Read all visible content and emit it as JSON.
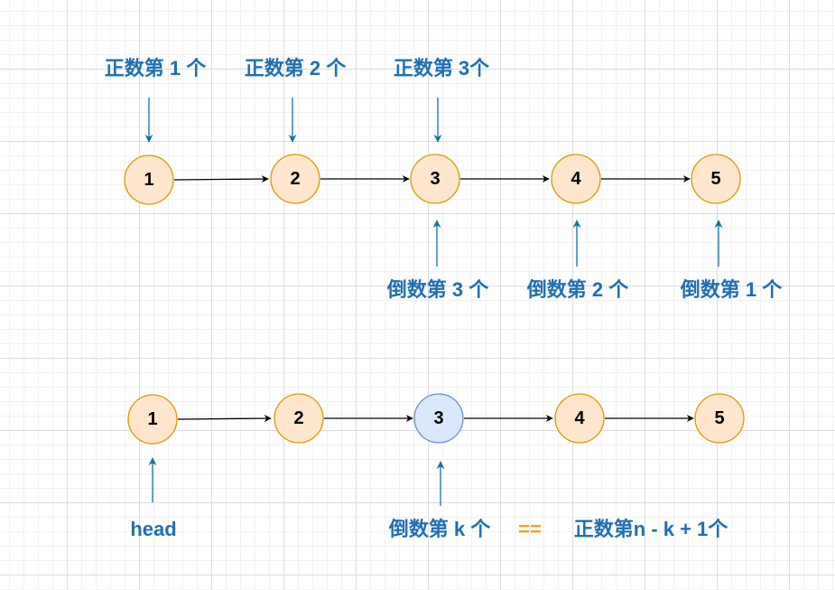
{
  "colors": {
    "node_fill": "#ffe6cc",
    "node_stroke": "#d79b00",
    "highlight_fill": "#dae8fc",
    "highlight_stroke": "#6c8ebf",
    "label": "#1f6fb2",
    "label_arrow": "#10739e",
    "link_arrow": "#000000",
    "equals": "#f59d1e"
  },
  "top_list": {
    "nodes": [
      "1",
      "2",
      "3",
      "4",
      "5"
    ],
    "forward_labels": [
      "正数第 1 个",
      "正数第 2 个",
      "正数第 3个"
    ],
    "backward_labels": [
      "倒数第 3 个",
      "倒数第 2 个",
      "倒数第 1 个"
    ]
  },
  "bottom_list": {
    "nodes": [
      "1",
      "2",
      "3",
      "4",
      "5"
    ],
    "highlighted_node": "3",
    "head_label": "head",
    "kth_from_end_label": "倒数第 k 个",
    "equals_sign": "==",
    "nth_from_start_label": "正数第n - k + 1个"
  }
}
